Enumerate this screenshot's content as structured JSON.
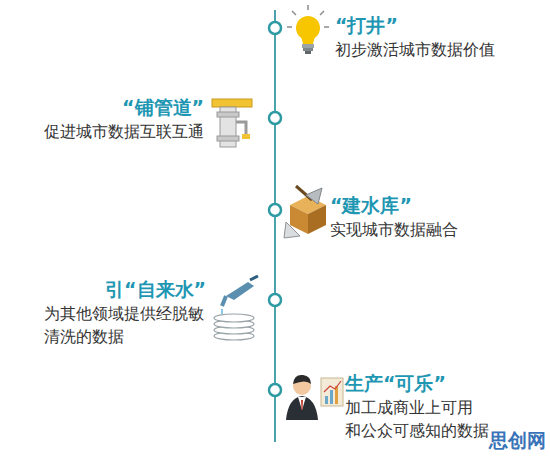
{
  "diagram": {
    "nodes": [
      {
        "text": [
          "“打井”",
          "初步激活城市数据价值"
        ]
      },
      {
        "text": [
          "“铺管道”",
          "促进城市数据互联互通"
        ]
      },
      {
        "text": [
          "“建水库”",
          "实现城市数据融合"
        ]
      },
      {
        "text": [
          "引“自来水”",
          "为其他领域提供经脱敏 清洗的数据"
        ]
      },
      {
        "text": [
          "生产“可乐”",
          "加工成商业上可用 和公众可感知的数据"
        ]
      }
    ],
    "labels": [
      "思创网"
    ]
  }
}
